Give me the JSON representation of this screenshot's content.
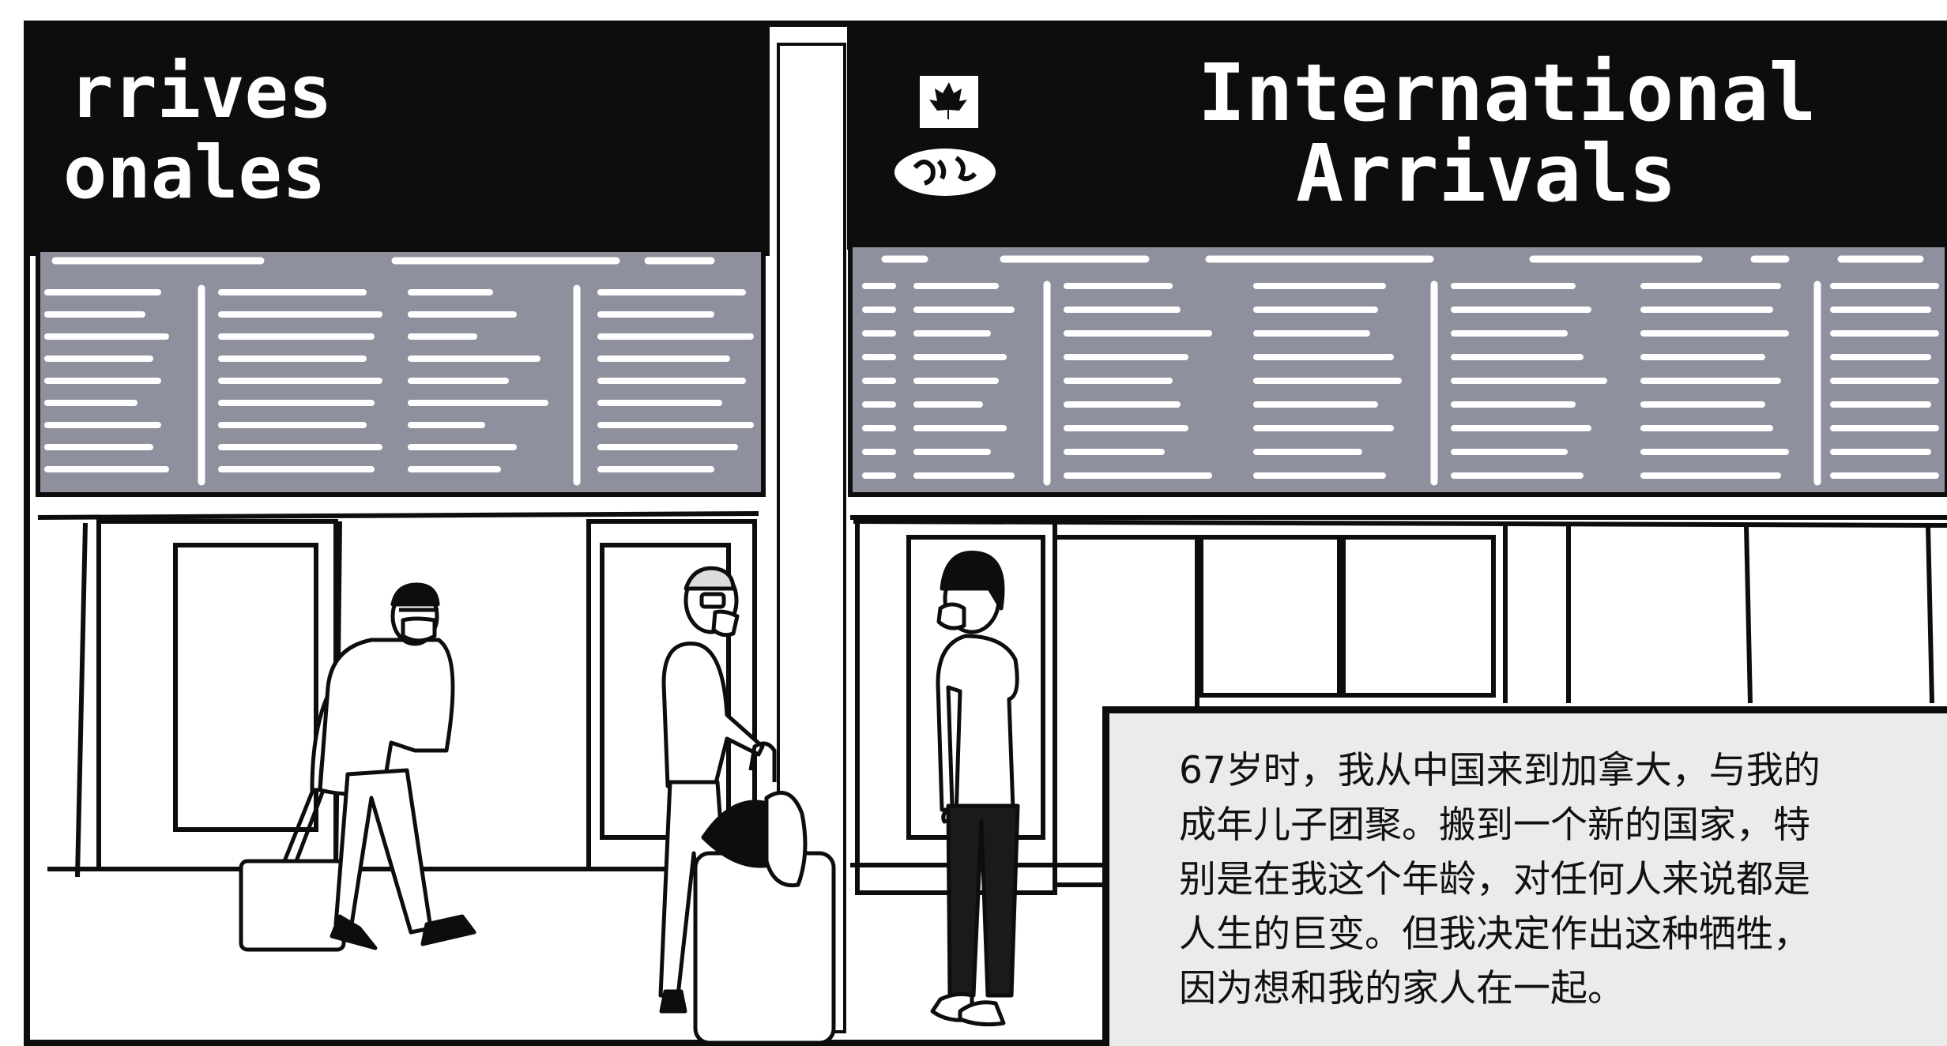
{
  "signs": {
    "left_line1": "rrives",
    "left_line2": "onales",
    "right_line1": "International",
    "right_line2": "Arrivals"
  },
  "icons": {
    "flag": "canada-flag-icon",
    "globe": "globe-icon"
  },
  "colors": {
    "ink": "#0d0d0d",
    "board": "#8f909e",
    "caption_bg": "#ecebeb",
    "paper": "#ffffff"
  },
  "caption": {
    "text": "67岁时，我从中国来到加拿大，与我的\n成年儿子团聚。搬到一个新的国家，特\n别是在我这个年龄，对任何人来说都是\n人生的巨变。但我决定作出这种牺牲，\n因为想和我的家人在一起。"
  }
}
